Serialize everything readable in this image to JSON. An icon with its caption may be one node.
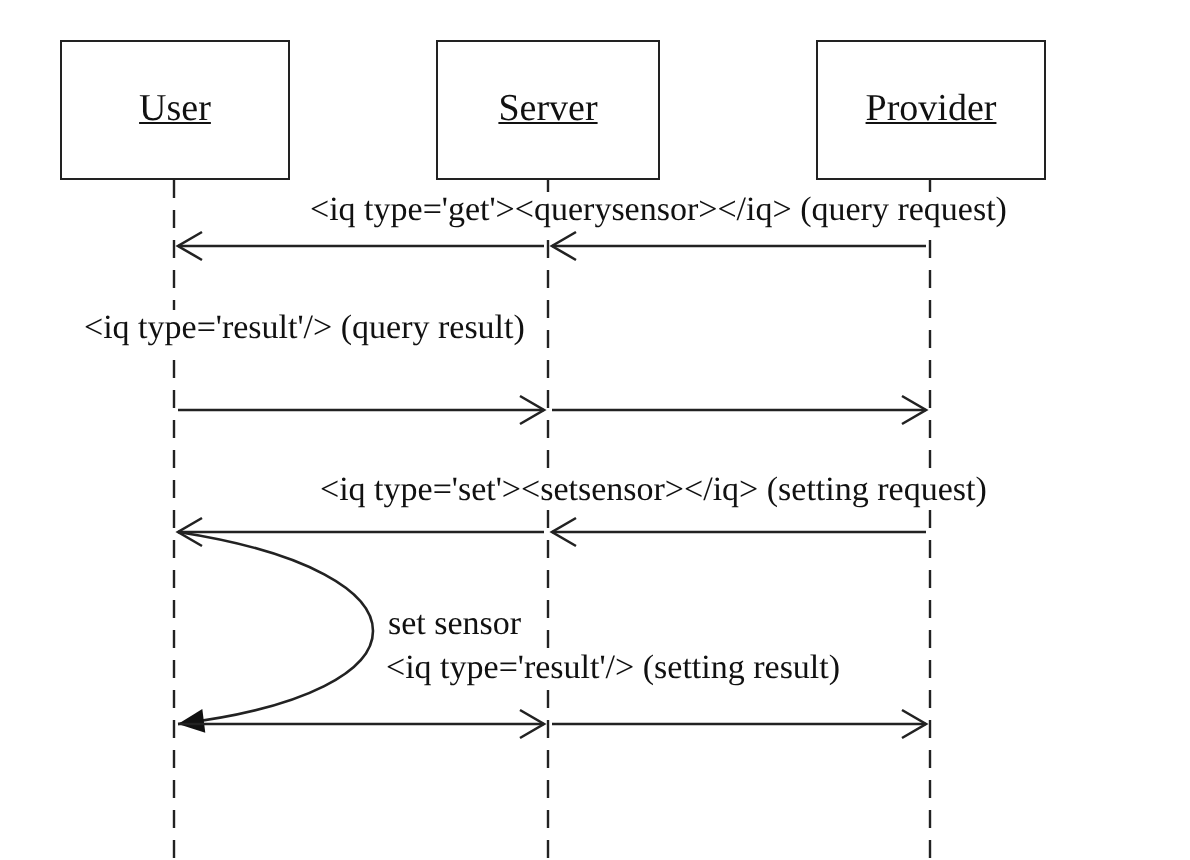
{
  "diagram": {
    "nodes": [
      {
        "text": [
          "User"
        ]
      },
      {
        "text": [
          "Server"
        ]
      },
      {
        "text": [
          "Provider"
        ]
      },
      {
        "text": [],
        "shape": "line"
      },
      {
        "text": [],
        "shape": "line"
      },
      {
        "text": [],
        "shape": "line"
      }
    ],
    "edges": [
      {
        "from": 5,
        "to": 4,
        "arrow": "to",
        "label": "<iq type='get'><querysensor></iq> (query request)"
      },
      {
        "from": 4,
        "to": 3,
        "arrow": "to"
      },
      {
        "from": 3,
        "to": 4,
        "arrow": "to",
        "label": "<iq type='result'/> (query result)"
      },
      {
        "from": 4,
        "to": 5,
        "arrow": "to"
      },
      {
        "from": 5,
        "to": 4,
        "arrow": "to",
        "label": "<iq type='set'><setsensor></iq> (setting request)"
      },
      {
        "from": 4,
        "to": 3,
        "arrow": "to"
      },
      {
        "from": 3,
        "to": 3,
        "arrow": "to",
        "label": "set sensor"
      },
      {
        "from": 3,
        "to": 4,
        "arrow": "to",
        "label": "<iq type='result'/> (setting result)"
      },
      {
        "from": 4,
        "to": 5,
        "arrow": "to"
      }
    ]
  }
}
